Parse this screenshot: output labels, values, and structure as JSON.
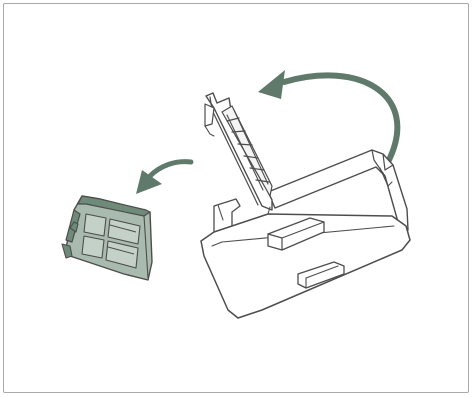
{
  "diagram": {
    "palette": {
      "line": "#4d4d4d",
      "arrow": "#5f7a6b",
      "filter_fill": "#a9bbae",
      "filter_dark": "#6e8a79",
      "frame": "#a7a9ac",
      "surface": "#ffffff"
    },
    "elements": [
      "tray-with-open-lid",
      "hinged-filter-frame",
      "removed-filter-cartridge",
      "close-lid-arrow",
      "remove-filter-arrow"
    ]
  }
}
